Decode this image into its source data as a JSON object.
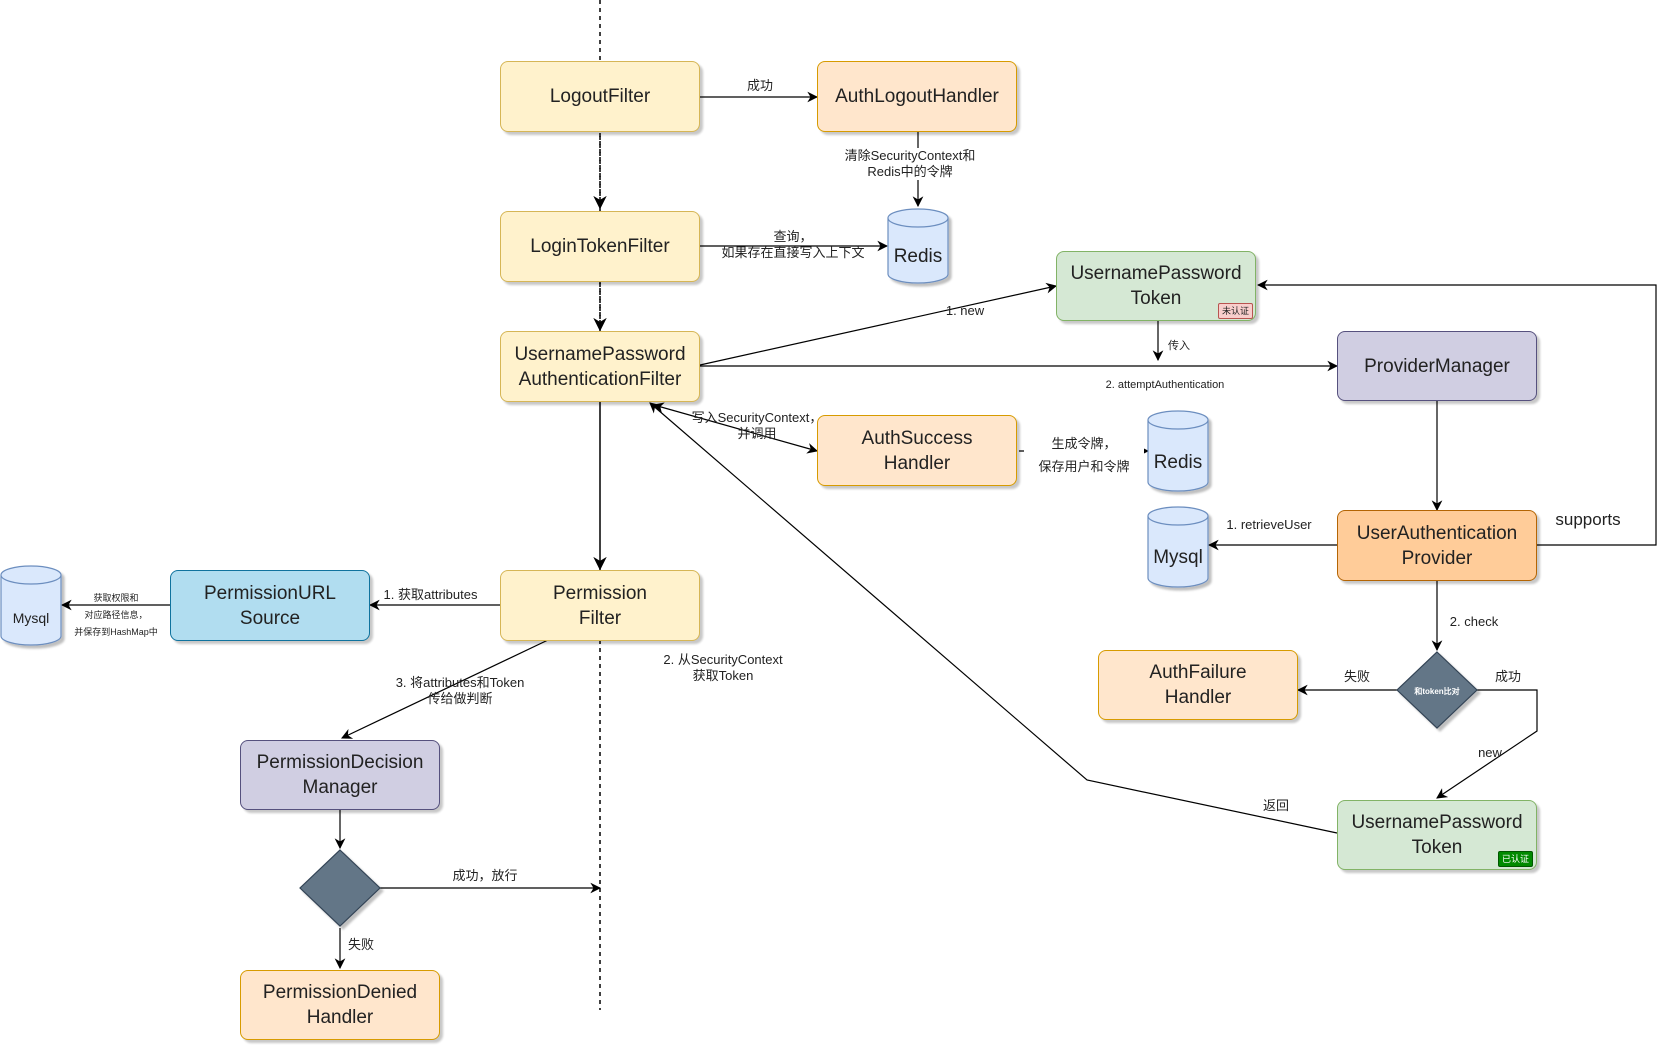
{
  "nodes": {
    "logout_filter": "LogoutFilter",
    "auth_logout_handler": "AuthLogoutHandler",
    "login_token_filter": "LoginTokenFilter",
    "redis_top": "Redis",
    "username_password_token_new": "UsernamePassword\nToken",
    "badge_unauthenticated": "未认证",
    "username_password_auth_filter": "UsernamePassword\nAuthenticationFilter",
    "provider_manager": "ProviderManager",
    "auth_success_handler": "AuthSuccess\nHandler",
    "redis_mid": "Redis",
    "mysql_right": "Mysql",
    "user_auth_provider": "UserAuthentication\nProvider",
    "permission_url_source": "PermissionURL\nSource",
    "mysql_left": "Mysql",
    "permission_filter": "Permission\nFilter",
    "auth_failure_handler": "AuthFailure\nHandler",
    "token_compare_diamond": "和token比对",
    "permission_decision_manager": "PermissionDecision\nManager",
    "username_password_token_auth": "UsernamePassword\nToken",
    "badge_authenticated": "已认证",
    "permission_denied_handler": "PermissionDenied\nHandler"
  },
  "edge_labels": {
    "logout_success": "成功",
    "clear_context": "清除SecurityContext和\nRedis中的令牌",
    "query_context": "查询，\n如果存在直接写入上下文",
    "new_token": "1. new",
    "pass_in": "传入",
    "attempt_auth": "2. attemptAuthentication",
    "write_context": "写入SecurityContext，\n并调用",
    "gen_token": "生成令牌，\n保存用户和令牌",
    "retrieve_user": "1. retrieveUser",
    "supports": "supports",
    "get_attributes": "1. 获取attributes",
    "fetch_permissions": "获取权限和\n对应路径信息，\n并保存到HashMap中",
    "get_token": "2. 从SecurityContext\n获取Token",
    "pass_attributes": "3. 将attributes和Token\n传给做判断",
    "check": "2. check",
    "fail_right": "失败",
    "success_right": "成功",
    "new_right": "new",
    "return": "返回",
    "success_pass": "成功，放行",
    "fail_left": "失败"
  },
  "colors": {
    "yellow_fill": "#fff2cc",
    "orange_fill": "#ffe6cc",
    "provider_fill": "#ffcc99",
    "green_fill": "#d5e8d4",
    "purple_fill": "#d0cee2",
    "blue_fill": "#b1ddf0",
    "cylinder_fill": "#dae8fc",
    "diamond_fill": "#647687"
  }
}
